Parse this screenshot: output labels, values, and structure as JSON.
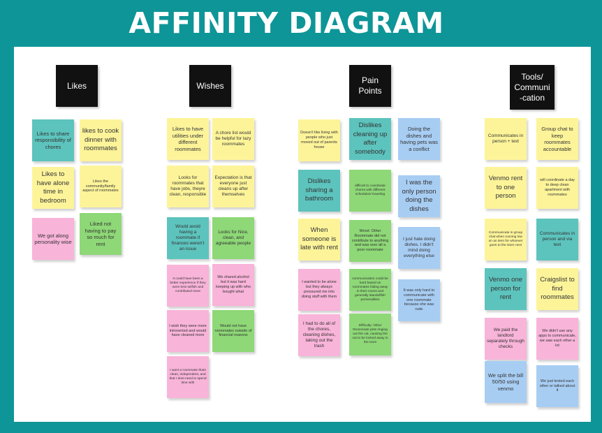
{
  "title": "AFFINITY DIAGRAM",
  "columns": {
    "likes": {
      "header": "Likes",
      "notes": [
        "Likes to share responsibility of chores",
        "likes to cook dinner with roommates",
        "Likes to have alone time in bedroom",
        "Likes the community/family aspect of roommates",
        "We got along personality wise",
        "Liked not having to pay so much for rent"
      ]
    },
    "wishes": {
      "header": "Wishes",
      "notes": [
        "Likes to have utilities under different roommates",
        "A chore list would be helpful for lazy roommates",
        "Looks for roommates that have jobs, theyre clean, responsible",
        "Expectation is that everyone just cleans up after themselves",
        "Would avoid having a roommate if finances weren't an issue",
        "Looks for Nice, clean, and agreeable people",
        "It could have been a better experience if they were less selfish and contributed more",
        "We shared alcohol but it was hard keeping up with who bought what",
        "I wish they were more introverted and would have cleaned more",
        "Would not have roommates outside of financial reasons",
        "I want a roommate thats clean, independent, and that I dont need to spend time with"
      ]
    },
    "pain_points": {
      "header": "Pain\nPoints",
      "notes": [
        "Doesn't like living with people who just moved out of parents house",
        "Dislikes cleaning up after somebody",
        "Doing the dishes and having pets was a conflict",
        "Dislikes sharing a bathroom",
        "difficult to coordinate chores with different schedules/ traveling",
        "I was the only person doing the dishes",
        "When someone is late with rent",
        "Worst: Other Roommate did not contribute to anything and was over all a poor roommate",
        "I just hate doing dishes. I didn't mind doing everything else",
        "I wanted to be alone but they always pressured me into doing stuff with them",
        "communication could be hard based on roommates hiding away in their rooms and generally standoffish personalities",
        "It was only hard to communicate with one roommate because she was rude",
        "I had to do all of the chores, cleaning dishes, taking out the trash",
        "Difficulty: Other Roommate pets ringing out the cat, causing the cat to be locked away in his room"
      ]
    },
    "tools": {
      "header": "Tools/\nCommuni\n-cation",
      "notes": [
        "Communicates in person + text",
        "Group chat to keep roommates accountable",
        "Venmo rent to one person",
        "will coordinate a day to deep clean apartment with roommates",
        "Communicate in group chat when running low on an item for whoever goes to the store next",
        "Communicates in person and via text",
        "Venmo one person for rent",
        "Craigslist to find roommates",
        "We paid the landlord separately through checks",
        "We didn't use any apps to communicate, we saw each other a lot",
        "We split the bill 50/50 using venmo",
        "We just texted each other or talked about it"
      ]
    }
  },
  "colors": {
    "background": "#0e9597",
    "board": "#ffffff",
    "header": "#111111",
    "yellow": "#fdf49a",
    "teal": "#5dc3bd",
    "pink": "#f8b4d9",
    "green": "#8ed877",
    "blue": "#a8cdf3"
  }
}
